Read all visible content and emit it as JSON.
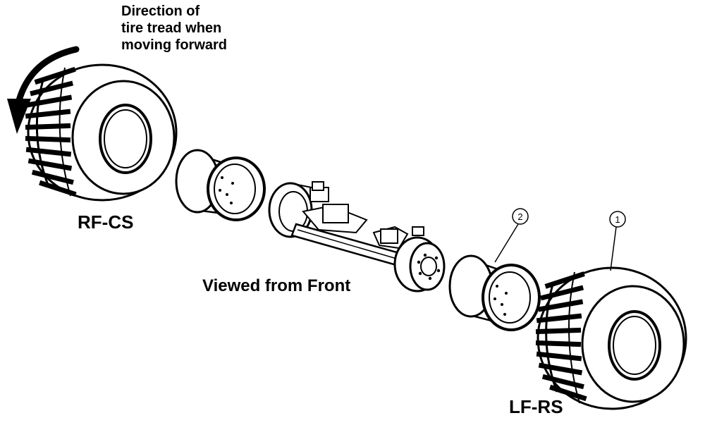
{
  "labels": {
    "direction": [
      "Direction of",
      "tire tread when",
      "moving forward"
    ],
    "rf_wheel": "RF-CS",
    "lf_wheel": "LF-RS",
    "view": "Viewed from Front"
  },
  "callouts": {
    "tire": "1",
    "rim": "2"
  },
  "colors": {
    "line": "#000000",
    "background": "#ffffff"
  }
}
